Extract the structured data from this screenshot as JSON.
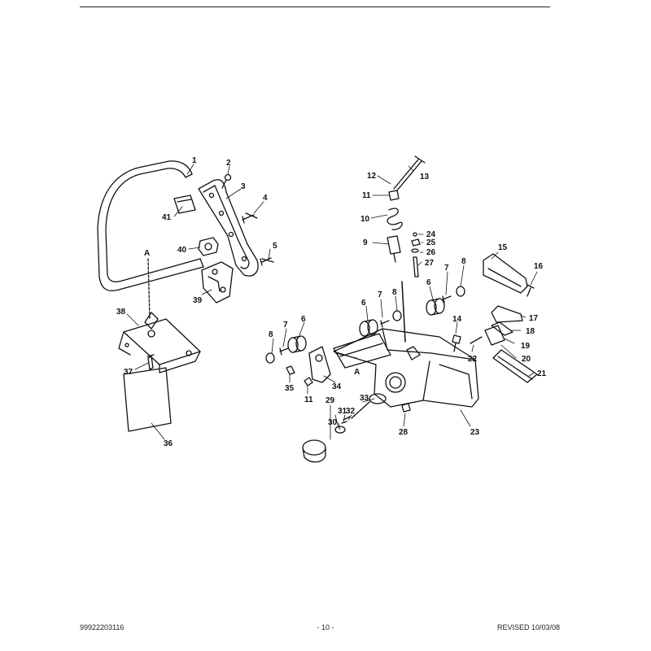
{
  "diagram": {
    "section_label_a": "A",
    "callouts": {
      "p1": "1",
      "p2": "2",
      "p3": "3",
      "p4": "4",
      "p5": "5",
      "p6a": "6",
      "p6b": "6",
      "p6c": "6",
      "p7a": "7",
      "p7b": "7",
      "p7c": "7",
      "p8a": "8",
      "p8b": "8",
      "p8c": "8",
      "p9": "9",
      "p10": "10",
      "p11a": "11",
      "p11b": "11",
      "p12": "12",
      "p13": "13",
      "p14": "14",
      "p15": "15",
      "p16": "16",
      "p17": "17",
      "p18": "18",
      "p19": "19",
      "p20": "20",
      "p21": "21",
      "p22": "22",
      "p23": "23",
      "p24": "24",
      "p25": "25",
      "p26": "26",
      "p27": "27",
      "p28": "28",
      "p29": "29",
      "p30": "30",
      "p31": "31",
      "p32": "32",
      "p33": "33",
      "p34": "34",
      "p35": "35",
      "p36": "36",
      "p37": "37",
      "p38": "38",
      "p39": "39",
      "p40": "40",
      "p41": "41"
    }
  },
  "footer": {
    "part_number": "99922203116",
    "page": "- 10 -",
    "revision": "REVISED 10/03/08"
  }
}
